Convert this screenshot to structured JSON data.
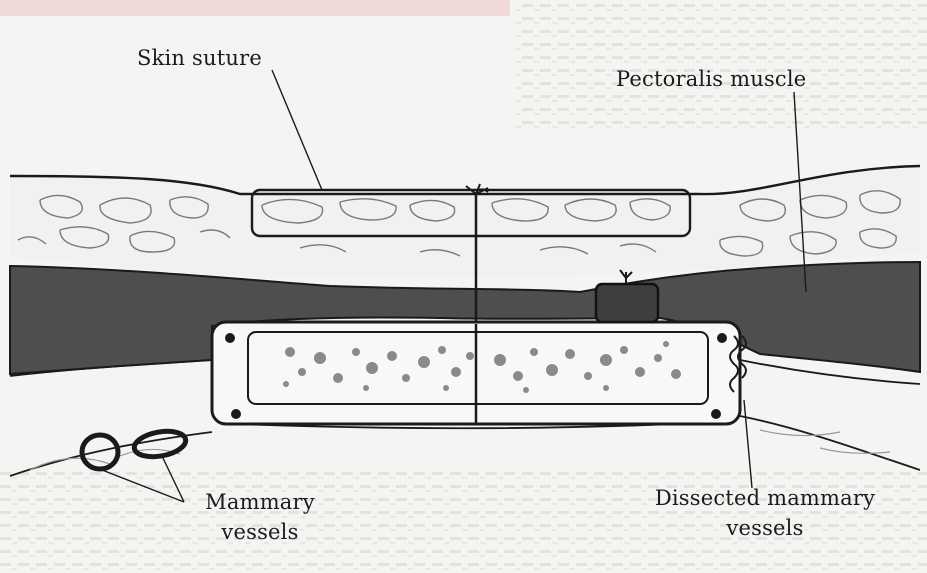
{
  "labels": {
    "skin_suture": "Skin suture",
    "pectoralis_muscle": "Pectoralis muscle",
    "mammary_vessels_line1": "Mammary",
    "mammary_vessels_line2": "vessels",
    "dissected_line1": "Dissected mammary",
    "dissected_line2": "vessels"
  },
  "colors": {
    "muscle": "#4e4e4e",
    "outline": "#1a1a1a",
    "background": "#f4f4f2",
    "banner": "#efd9d9"
  }
}
